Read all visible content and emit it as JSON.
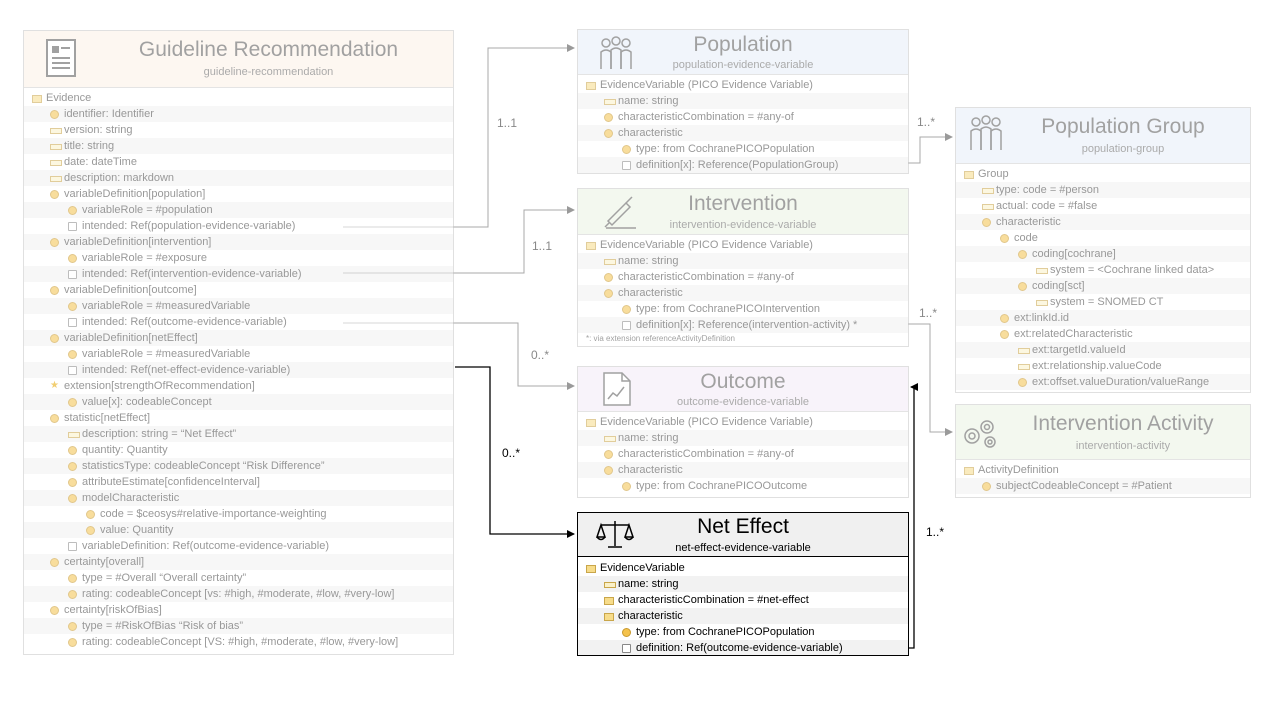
{
  "guideline": {
    "title": "Guideline Recommendation",
    "subtitle": "guideline-recommendation",
    "rows": [
      {
        "text": "Evidence",
        "indent": 0,
        "icon": "fold"
      },
      {
        "text": "identifier: Identifier",
        "indent": 1,
        "icon": "dot"
      },
      {
        "text": "version: string",
        "indent": 1,
        "icon": "str"
      },
      {
        "text": "title: string",
        "indent": 1,
        "icon": "str"
      },
      {
        "text": "date: dateTime",
        "indent": 1,
        "icon": "str"
      },
      {
        "text": "description: markdown",
        "indent": 1,
        "icon": "str"
      },
      {
        "text": "variableDefinition[population]",
        "indent": 1,
        "icon": "dot"
      },
      {
        "text": "variableRole = #population",
        "indent": 2,
        "icon": "dot"
      },
      {
        "text": "intended: Ref(population-evidence-variable)",
        "indent": 2,
        "icon": "ref"
      },
      {
        "text": "variableDefinition[intervention]",
        "indent": 1,
        "icon": "dot"
      },
      {
        "text": "variableRole = #exposure",
        "indent": 2,
        "icon": "dot"
      },
      {
        "text": "intended: Ref(intervention-evidence-variable)",
        "indent": 2,
        "icon": "ref"
      },
      {
        "text": "variableDefinition[outcome]",
        "indent": 1,
        "icon": "dot"
      },
      {
        "text": "variableRole = #measuredVariable",
        "indent": 2,
        "icon": "dot"
      },
      {
        "text": "intended: Ref(outcome-evidence-variable)",
        "indent": 2,
        "icon": "ref"
      },
      {
        "text": "variableDefinition[netEffect]",
        "indent": 1,
        "icon": "dot"
      },
      {
        "text": "variableRole = #measuredVariable",
        "indent": 2,
        "icon": "dot"
      },
      {
        "text": "intended: Ref(net-effect-evidence-variable)",
        "indent": 2,
        "icon": "ref"
      },
      {
        "text": "extension[strengthOfRecommendation]",
        "indent": 1,
        "icon": "star"
      },
      {
        "text": "value[x]: codeableConcept",
        "indent": 2,
        "icon": "dot"
      },
      {
        "text": "statistic[netEffect]",
        "indent": 1,
        "icon": "dot"
      },
      {
        "text": "description: string = “Net  Effect”",
        "indent": 2,
        "icon": "str"
      },
      {
        "text": "quantity: Quantity",
        "indent": 2,
        "icon": "dot"
      },
      {
        "text": "statisticsType: codeableConcept “Risk Difference”",
        "indent": 2,
        "icon": "dot"
      },
      {
        "text": "attributeEstimate[confidenceInterval]",
        "indent": 2,
        "icon": "dot"
      },
      {
        "text": "modelCharacteristic",
        "indent": 2,
        "icon": "dot"
      },
      {
        "text": "code = $ceosys#relative-importance-weighting",
        "indent": 3,
        "icon": "dot"
      },
      {
        "text": "value: Quantity",
        "indent": 3,
        "icon": "dot"
      },
      {
        "text": "variableDefinition: Ref(outcome-evidence-variable)",
        "indent": 2,
        "icon": "ref"
      },
      {
        "text": "certainty[overall]",
        "indent": 1,
        "icon": "dot"
      },
      {
        "text": "type = #Overall “Overall certainty”",
        "indent": 2,
        "icon": "dot"
      },
      {
        "text": "rating: codeableConcept [vs: #high, #moderate, #low, #very-low]",
        "indent": 2,
        "icon": "dot"
      },
      {
        "text": "certainty[riskOfBias]",
        "indent": 1,
        "icon": "dot"
      },
      {
        "text": "type = #RiskOfBias “Risk of bias”",
        "indent": 2,
        "icon": "dot"
      },
      {
        "text": "rating: codeableConcept [VS: #high, #moderate,  #low, #very-low]",
        "indent": 2,
        "icon": "dot"
      }
    ]
  },
  "population": {
    "title": "Population",
    "subtitle": "population-evidence-variable",
    "rows": [
      {
        "text": "EvidenceVariable (PICO Evidence Variable)",
        "indent": 0,
        "icon": "fold"
      },
      {
        "text": "name: string",
        "indent": 1,
        "icon": "str"
      },
      {
        "text": "characteristicCombination = #any-of",
        "indent": 1,
        "icon": "dot"
      },
      {
        "text": "characteristic",
        "indent": 1,
        "icon": "dot"
      },
      {
        "text": "type:  from CochranePICOPopulation",
        "indent": 2,
        "icon": "dot"
      },
      {
        "text": "definition[x]: Reference(PopulationGroup)",
        "indent": 2,
        "icon": "ref"
      }
    ]
  },
  "intervention": {
    "title": "Intervention",
    "subtitle": "intervention-evidence-variable",
    "rows": [
      {
        "text": "EvidenceVariable (PICO Evidence Variable)",
        "indent": 0,
        "icon": "fold"
      },
      {
        "text": "name: string",
        "indent": 1,
        "icon": "str"
      },
      {
        "text": "characteristicCombination = #any-of",
        "indent": 1,
        "icon": "dot"
      },
      {
        "text": "characteristic",
        "indent": 1,
        "icon": "dot"
      },
      {
        "text": "type:  from CochranePICOIntervention",
        "indent": 2,
        "icon": "dot"
      },
      {
        "text": "definition[x]: Reference(intervention-activity) *",
        "indent": 2,
        "icon": "ref"
      }
    ],
    "footnote": "*: via extension referenceActivityDefinition"
  },
  "outcome": {
    "title": "Outcome",
    "subtitle": "outcome-evidence-variable",
    "rows": [
      {
        "text": "EvidenceVariable (PICO Evidence Variable)",
        "indent": 0,
        "icon": "fold"
      },
      {
        "text": "name: string",
        "indent": 1,
        "icon": "str"
      },
      {
        "text": "characteristicCombination = #any-of",
        "indent": 1,
        "icon": "dot"
      },
      {
        "text": "characteristic",
        "indent": 1,
        "icon": "dot"
      },
      {
        "text": "type:  from CochranePICOOutcome",
        "indent": 2,
        "icon": "dot"
      }
    ]
  },
  "netEffect": {
    "title": "Net Effect",
    "subtitle": "net-effect-evidence-variable",
    "rows": [
      {
        "text": "EvidenceVariable",
        "indent": 0,
        "icon": "fold"
      },
      {
        "text": "name: string",
        "indent": 1,
        "icon": "str"
      },
      {
        "text": "characteristicCombination = #net-effect",
        "indent": 1,
        "icon": "fold"
      },
      {
        "text": "characteristic",
        "indent": 1,
        "icon": "fold"
      },
      {
        "text": "type:  from CochranePICOPopulation",
        "indent": 2,
        "icon": "dot"
      },
      {
        "text": "definition: Ref(outcome-evidence-variable)",
        "indent": 2,
        "icon": "ref"
      }
    ]
  },
  "populationGroup": {
    "title": "Population Group",
    "subtitle": "population-group",
    "rows": [
      {
        "text": "Group",
        "indent": 0,
        "icon": "fold"
      },
      {
        "text": "type:  code = #person",
        "indent": 1,
        "icon": "str"
      },
      {
        "text": "actual: code = #false",
        "indent": 1,
        "icon": "str"
      },
      {
        "text": "characteristic",
        "indent": 1,
        "icon": "dot"
      },
      {
        "text": "code",
        "indent": 2,
        "icon": "dot"
      },
      {
        "text": "coding[cochrane]",
        "indent": 3,
        "icon": "dot"
      },
      {
        "text": "system = <Cochrane linked data>",
        "indent": 4,
        "icon": "str"
      },
      {
        "text": "coding[sct]",
        "indent": 3,
        "icon": "dot"
      },
      {
        "text": "system = SNOMED CT",
        "indent": 4,
        "icon": "str"
      },
      {
        "text": "ext:linkId.id",
        "indent": 2,
        "icon": "dot"
      },
      {
        "text": "ext:relatedCharacteristic",
        "indent": 2,
        "icon": "dot"
      },
      {
        "text": "ext:targetId.valueId",
        "indent": 3,
        "icon": "str"
      },
      {
        "text": "ext:relationship.valueCode",
        "indent": 3,
        "icon": "str"
      },
      {
        "text": "ext:offset.valueDuration/valueRange",
        "indent": 3,
        "icon": "dot"
      }
    ]
  },
  "interventionActivity": {
    "title": "Intervention Activity",
    "subtitle": "intervention-activity",
    "rows": [
      {
        "text": "ActivityDefinition",
        "indent": 0,
        "icon": "fold"
      },
      {
        "text": "subjectCodeableConcept = #Patient",
        "indent": 1,
        "icon": "dot"
      }
    ]
  },
  "connectors": {
    "guideline_population": "1..1",
    "guideline_intervention": "1..1",
    "guideline_outcome": "0..*",
    "guideline_netEffect": "0..*",
    "population_group": "1..*",
    "intervention_activity": "1..*",
    "netEffect_outcome": "1..*"
  },
  "colors": {
    "guideline_header": "#fdf1e6",
    "population_header": "#e6eef8",
    "intervention_header": "#eaf3e3",
    "outcome_header": "#f3eaf6",
    "netEffect_header": "#f0f0f0",
    "populationGroup_header": "#e6eef8",
    "interventionActivity_header": "#eaf3e3"
  },
  "icons": {
    "guideline": "document-icon",
    "population": "people-group-icon",
    "intervention": "syringe-icon",
    "outcome": "chart-document-icon",
    "netEffect": "scales-icon",
    "populationGroup": "people-group-icon",
    "interventionActivity": "gears-icon"
  }
}
